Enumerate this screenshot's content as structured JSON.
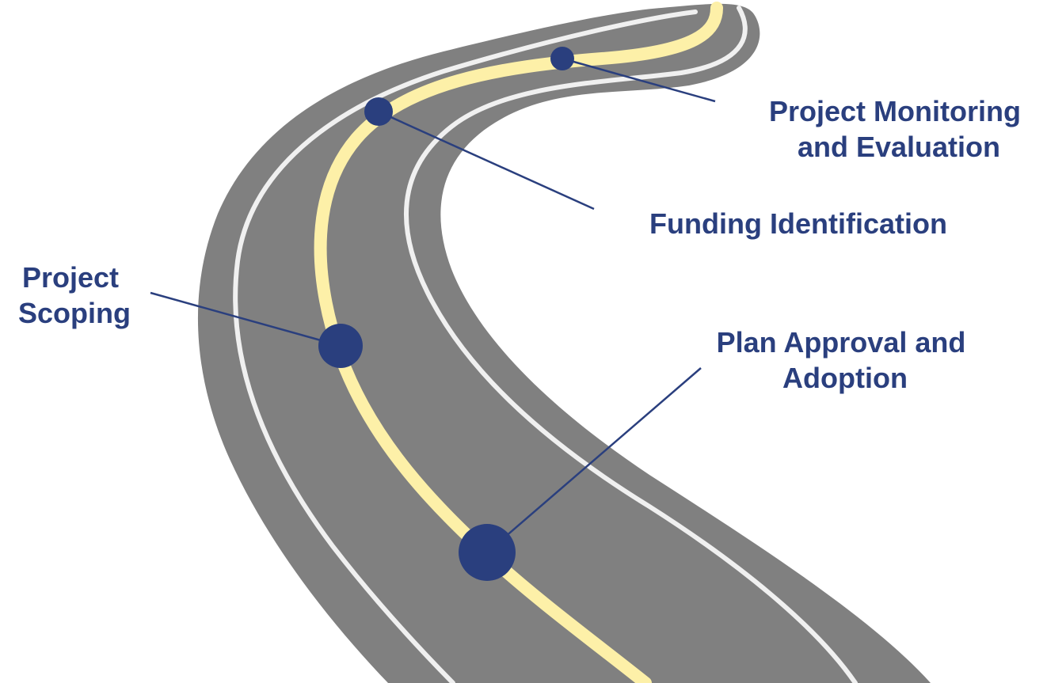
{
  "colors": {
    "road": "#808080",
    "edge_line": "#f0f0f0",
    "center_line": "#fdf0a8",
    "accent": "#2a3f7e",
    "background": "#ffffff"
  },
  "milestones": [
    {
      "id": "project-monitoring",
      "lines": [
        "Project Monitoring",
        "and Evaluation"
      ]
    },
    {
      "id": "funding-identification",
      "lines": [
        "Funding Identification"
      ]
    },
    {
      "id": "project-scoping",
      "lines": [
        "Project",
        "Scoping"
      ]
    },
    {
      "id": "plan-approval",
      "lines": [
        "Plan Approval and",
        "Adoption"
      ]
    }
  ]
}
